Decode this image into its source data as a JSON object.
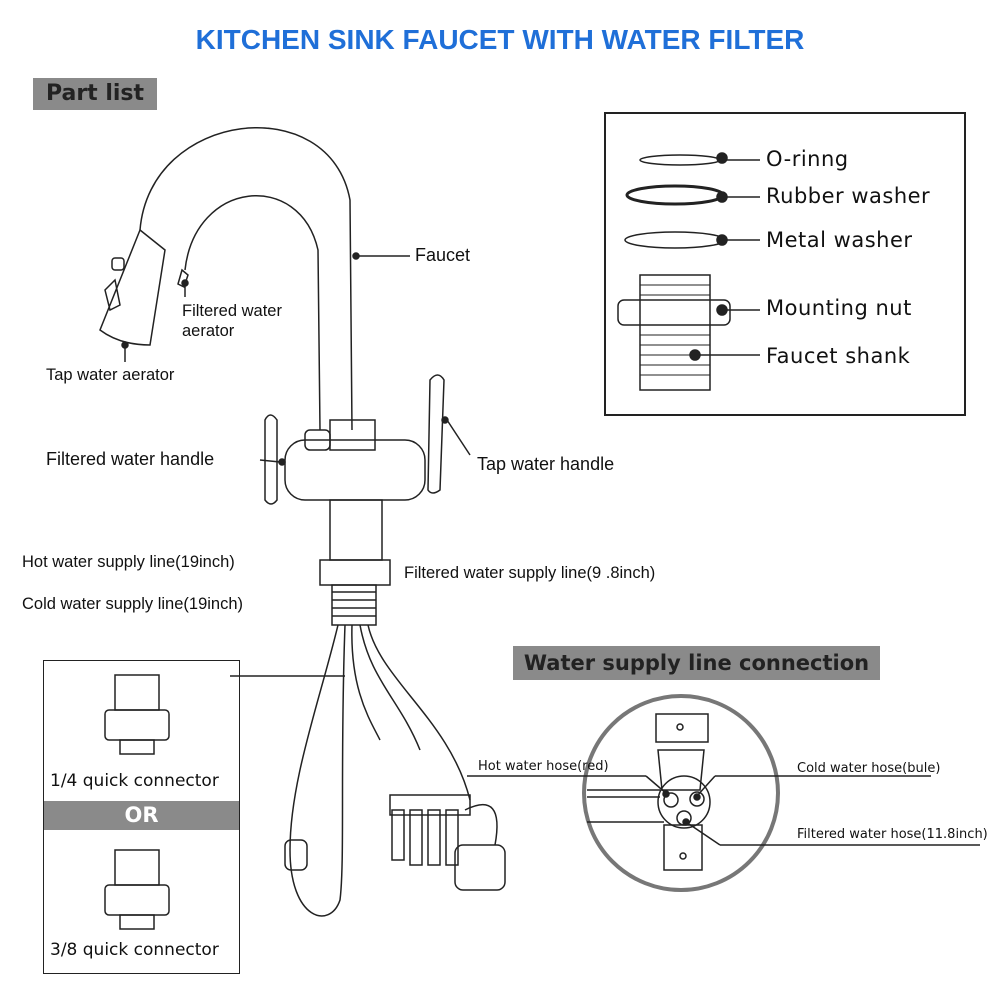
{
  "title": "KITCHEN SINK FAUCET WITH WATER FILTER",
  "part_list_label": "Part list",
  "faucet_labels": {
    "faucet": "Faucet",
    "filtered_water_aerator": [
      "Filtered water",
      "aerator"
    ],
    "tap_water_aerator": "Tap water aerator",
    "filtered_water_handle": "Filtered water handle",
    "tap_water_handle": "Tap water handle",
    "hot_supply": "Hot water supply line(19inch)",
    "cold_supply": "Cold water supply line(19inch)",
    "filtered_supply": "Filtered water supply line(9 .8inch)"
  },
  "parts": [
    "O-rinng",
    "Rubber washer",
    "Metal washer",
    "Mounting nut",
    "Faucet shank"
  ],
  "connectors": {
    "first": "1/4 quick connector",
    "or": "OR",
    "second": "3/8 quick connector"
  },
  "connection": {
    "heading": "Water supply line connection",
    "hot": "Hot water hose(red)",
    "cold": "Cold water hose(bule)",
    "filtered": "Filtered water hose(11.8inch)"
  },
  "colors": {
    "title": "#1f6fd8",
    "tag_bg": "#8a8a8a"
  }
}
